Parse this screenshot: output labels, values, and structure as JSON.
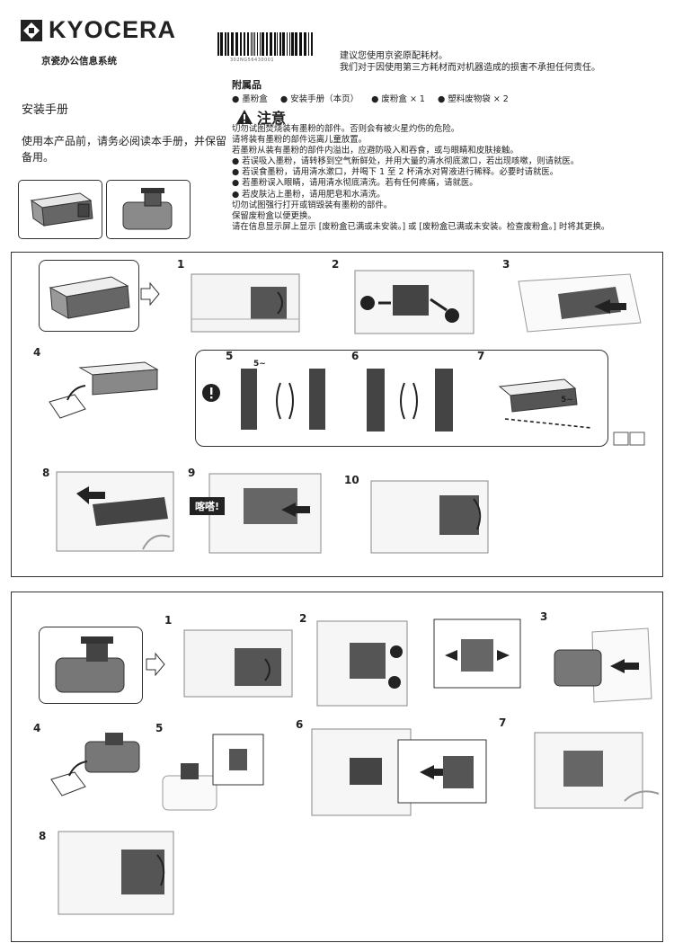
{
  "brand": {
    "name": "KYOCERA",
    "subtitle": "京瓷办公信息系统"
  },
  "barcode_text": "302NG56430001",
  "notice": [
    "建议您使用京瓷原配耗材。",
    "我们对于因使用第三方耗材而对机器造成的损害不承担任何责任。"
  ],
  "manual": {
    "title": "安装手册",
    "read_note": "使用本产品前，请务必阅读本手册，并保留备用。"
  },
  "accessories": {
    "heading": "附属品",
    "items": [
      "● 墨粉盒",
      "● 安装手册（本页）",
      "● 废粉盒 × 1",
      "● 塑料废物袋 × 2"
    ]
  },
  "caution": {
    "heading": "注意",
    "lines": [
      "切勿试图焚烧装有墨粉的部件。否则会有被火星灼伤的危险。",
      "请将装有墨粉的部件远离儿童放置。",
      "若墨粉从装有墨粉的部件内溢出，应避防吸入和吞食，或与眼睛和皮肤接触。",
      "● 若误吸入墨粉，请转移到空气新鲜处，并用大量的清水彻底漱口，若出现咳嗽，则请就医。",
      "● 若误食墨粉，请用清水漱口，并喝下 1 至 2 杯清水对胃液进行稀释。必要时请就医。",
      "● 若墨粉误入眼睛，请用清水彻底清洗。若有任何疼痛，请就医。",
      "● 若皮肤沾上墨粉，请用肥皂和水清洗。",
      "切勿试图强行打开或销毁装有墨粉的部件。",
      "保留废粉盒以便更换。",
      "请在信息显示屏上显示 [废粉盒已满或未安装。] 或 [废粉盒已满或未安装。检查废粉盒。] 时将其更换。"
    ]
  },
  "toner_steps": [
    "1",
    "2",
    "3",
    "4",
    "5",
    "6",
    "7",
    "8",
    "9",
    "10"
  ],
  "toner_step_labels": {
    "shake_times": "5~",
    "click": "喀嗒!"
  },
  "waste_steps": [
    "1",
    "2",
    "3",
    "4",
    "5",
    "6",
    "7",
    "8"
  ],
  "colors": {
    "ink": "#222222",
    "gray": "#888888",
    "light": "#dddddd"
  }
}
